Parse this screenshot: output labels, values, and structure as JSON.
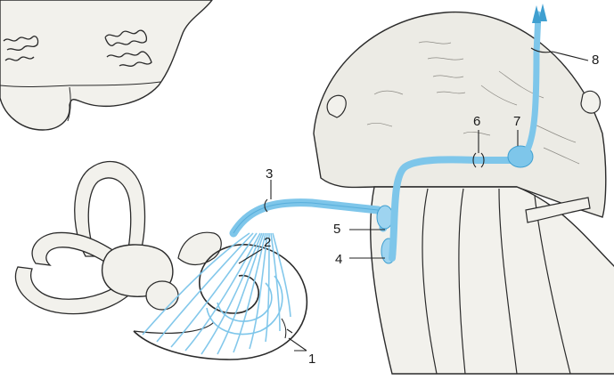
{
  "labels": {
    "l1": "1",
    "l2": "2",
    "l3": "3",
    "l4": "4",
    "l5": "5",
    "l6": "6",
    "l7": "7",
    "l8": "8"
  },
  "colors": {
    "pathway": "#7ec6ea",
    "pathway_dark": "#3f9fd0",
    "tissue_fill": "#f2f1ec",
    "outline": "#2b2b2b",
    "brainstem_shade": "#e8e6df"
  }
}
